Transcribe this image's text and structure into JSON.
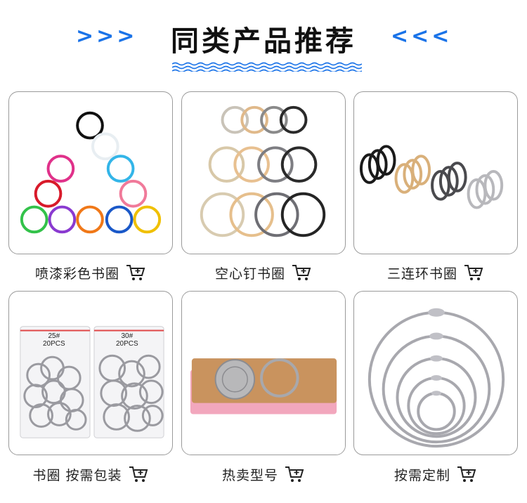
{
  "header": {
    "title": "同类产品推荐",
    "left_arrows": ">>>",
    "right_arrows": "<<<"
  },
  "colors": {
    "accent": "#1a73e8",
    "card_border": "#9a9a9a"
  },
  "products": [
    {
      "label": "喷漆彩色书圈",
      "icon": "cart-add-icon"
    },
    {
      "label": "空心钉书圈",
      "icon": "cart-add-icon"
    },
    {
      "label": "三连环书圈",
      "icon": "cart-add-icon"
    },
    {
      "label": "书圈 按需包装",
      "icon": "cart-add-icon"
    },
    {
      "label": "热卖型号",
      "icon": "cart-add-icon"
    },
    {
      "label": "按需定制",
      "icon": "cart-add-icon"
    }
  ],
  "bags": {
    "left_size": "25#",
    "left_count": "20PCS",
    "right_size": "30#",
    "right_count": "20PCS"
  }
}
